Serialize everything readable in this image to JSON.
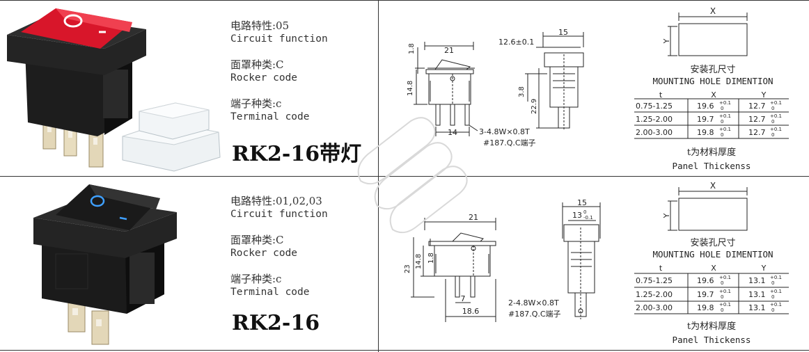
{
  "products": [
    {
      "circuit_label_cn": "电路特性:05",
      "circuit_label_en": "Circuit function",
      "rocker_label_cn": "面罩种类:C",
      "rocker_label_en": "Rocker code",
      "terminal_label_cn": "端子种类:c",
      "terminal_label_en": "Terminal code",
      "model": "RK2-16带灯",
      "rocker_color": "#d8162a",
      "drawing": {
        "dim_top": "1.8",
        "dim_width": "21",
        "dim_height": "14.8",
        "dim_bottom": "14",
        "terminal_spec": "3-4.8W×0.8T",
        "terminal_code": "#187.Q.C端子",
        "side_top": "12.6±0.1",
        "side_width": "15",
        "side_dim_a": "3.8",
        "side_dim_b": "22.9"
      },
      "mounting": {
        "x_label": "X",
        "y_label": "Y",
        "title_cn": "安装孔尺寸",
        "title_en": "MOUNTING HOLE DIMENTION",
        "headers": [
          "t",
          "X",
          "Y"
        ],
        "rows": [
          {
            "t": "0.75-1.25",
            "x": "19.6",
            "x_tol_up": "+0.1",
            "x_tol_dn": "0",
            "y": "12.7",
            "y_tol_up": "+0.1",
            "y_tol_dn": "0"
          },
          {
            "t": "1.25-2.00",
            "x": "19.7",
            "x_tol_up": "+0.1",
            "x_tol_dn": "0",
            "y": "12.7",
            "y_tol_up": "+0.1",
            "y_tol_dn": "0"
          },
          {
            "t": "2.00-3.00",
            "x": "19.8",
            "x_tol_up": "+0.1",
            "x_tol_dn": "0",
            "y": "12.7",
            "y_tol_up": "+0.1",
            "y_tol_dn": "0"
          }
        ],
        "note_cn": "t为材料厚度",
        "note_en": "Panel Thickenss"
      }
    },
    {
      "circuit_label_cn": "电路特性:01,02,03",
      "circuit_label_en": "Circuit function",
      "rocker_label_cn": "面罩种类:C",
      "rocker_label_en": "Rocker code",
      "terminal_label_cn": "端子种类:c",
      "terminal_label_en": "Terminal code",
      "model": "RK2-16",
      "rocker_color": "#1a1a1a",
      "drawing": {
        "dim_width": "21",
        "dim_total": "23",
        "dim_height": "14.8",
        "dim_top": "1.8",
        "dim_pin": "7",
        "dim_bottom": "18.6",
        "terminal_spec": "2-4.8W×0.8T",
        "terminal_code": "#187.Q.C端子",
        "side_width": "15",
        "side_inner": "13",
        "side_inner_tol_up": "0",
        "side_inner_tol_dn": "-0.1"
      },
      "mounting": {
        "x_label": "X",
        "y_label": "Y",
        "title_cn": "安装孔尺寸",
        "title_en": "MOUNTING HOLE DIMENTION",
        "headers": [
          "t",
          "X",
          "Y"
        ],
        "rows": [
          {
            "t": "0.75-1.25",
            "x": "19.6",
            "x_tol_up": "+0.1",
            "x_tol_dn": "0",
            "y": "13.1",
            "y_tol_up": "+0.1",
            "y_tol_dn": "0"
          },
          {
            "t": "1.25-2.00",
            "x": "19.7",
            "x_tol_up": "+0.1",
            "x_tol_dn": "0",
            "y": "13.1",
            "y_tol_up": "+0.1",
            "y_tol_dn": "0"
          },
          {
            "t": "2.00-3.00",
            "x": "19.8",
            "x_tol_up": "+0.1",
            "x_tol_dn": "0",
            "y": "13.1",
            "y_tol_up": "+0.1",
            "y_tol_dn": "0"
          }
        ],
        "note_cn": "t为材料厚度",
        "note_en": "Panel Thickenss"
      }
    }
  ],
  "colors": {
    "line": "#333333",
    "drawing": "#222222",
    "watermark": "#d9d9d9"
  }
}
